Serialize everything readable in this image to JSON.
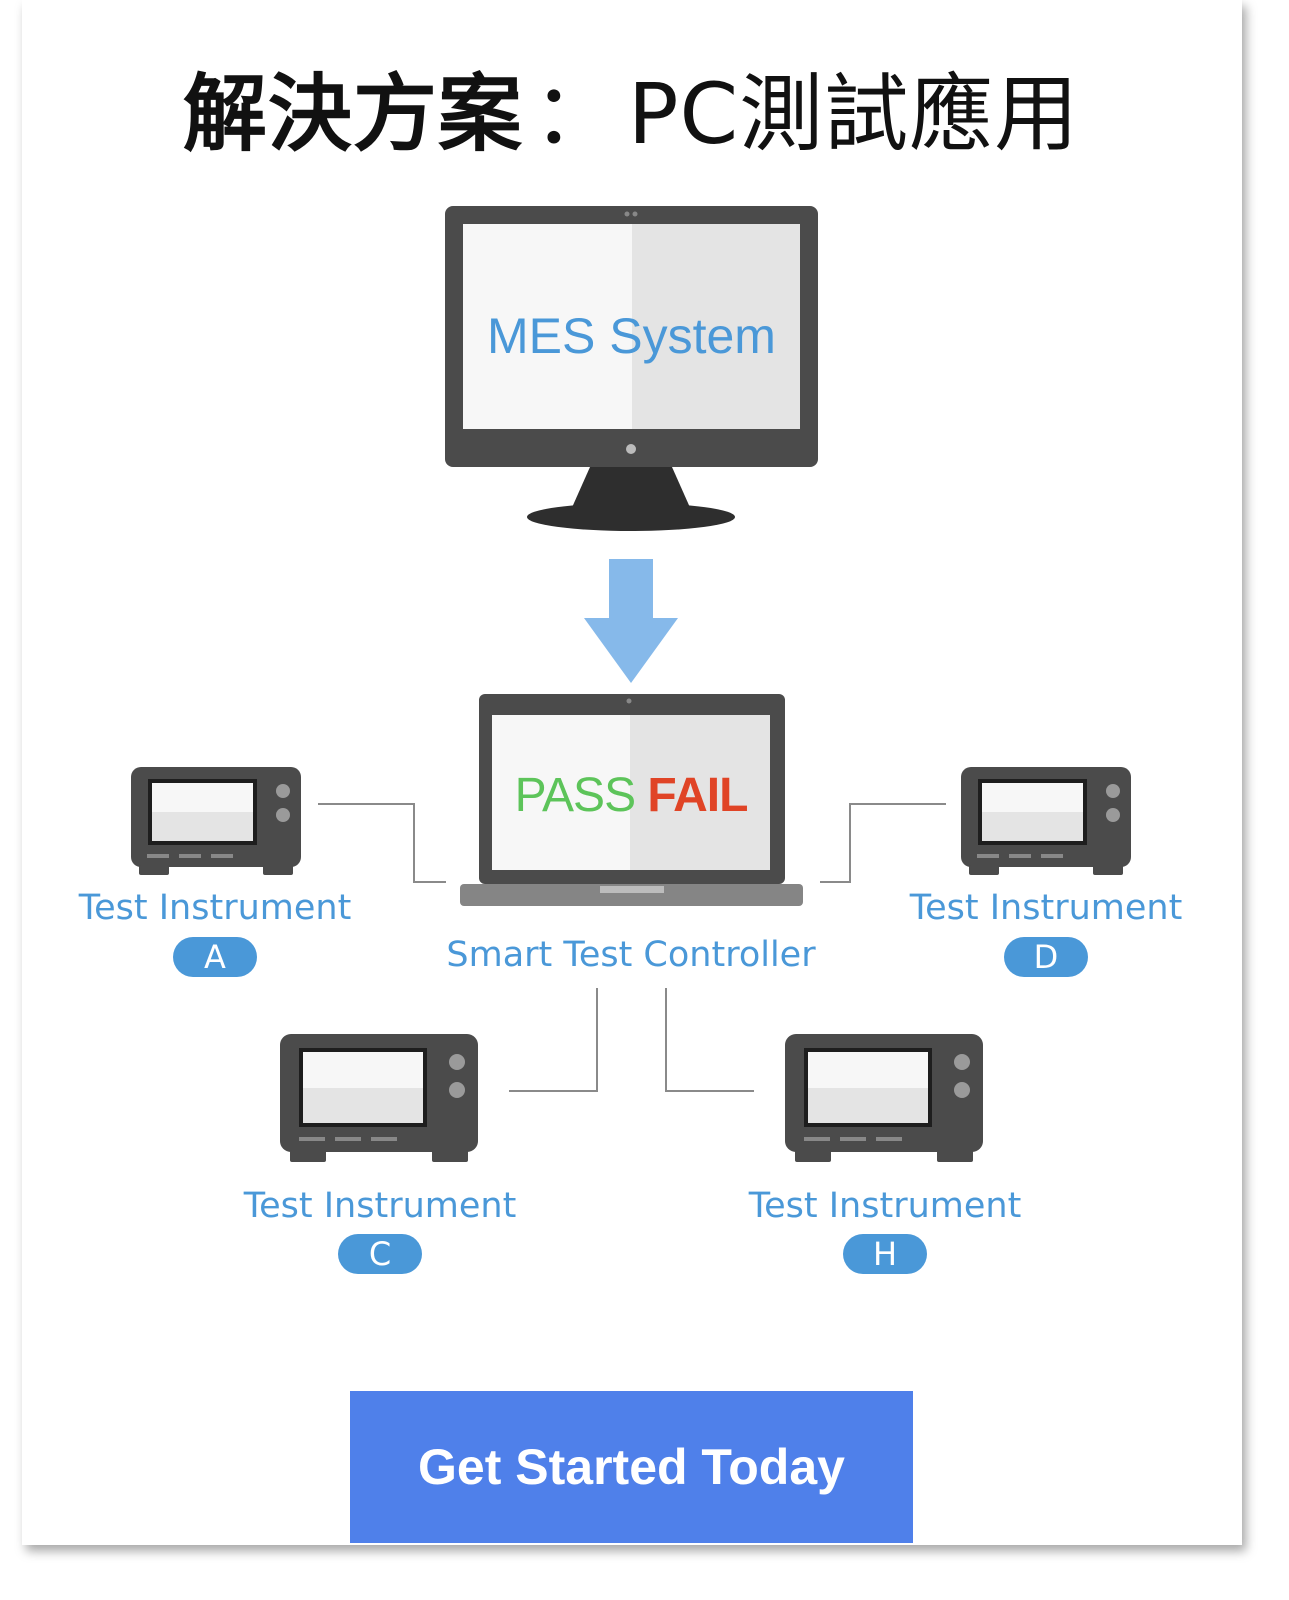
{
  "title": {
    "main": "解決方案",
    "separator": "：",
    "sub": "PC測試應用"
  },
  "mes": {
    "label": "MES System"
  },
  "controller": {
    "pass": "PASS",
    "fail": "FAIL",
    "label": "Smart Test Controller"
  },
  "instruments": [
    {
      "label": "Test Instrument",
      "badge": "A"
    },
    {
      "label": "Test Instrument",
      "badge": "D"
    },
    {
      "label": "Test Instrument",
      "badge": "C"
    },
    {
      "label": "Test Instrument",
      "badge": "H"
    }
  ],
  "cta": {
    "label": "Get Started Today"
  },
  "colors": {
    "label_blue": "#4a98d8",
    "arrow_blue": "#86b9ea",
    "pass_green": "#5dc45a",
    "fail_red": "#e04426",
    "cta_blue": "#4f80ea",
    "device_dark": "#4b4b4b"
  }
}
